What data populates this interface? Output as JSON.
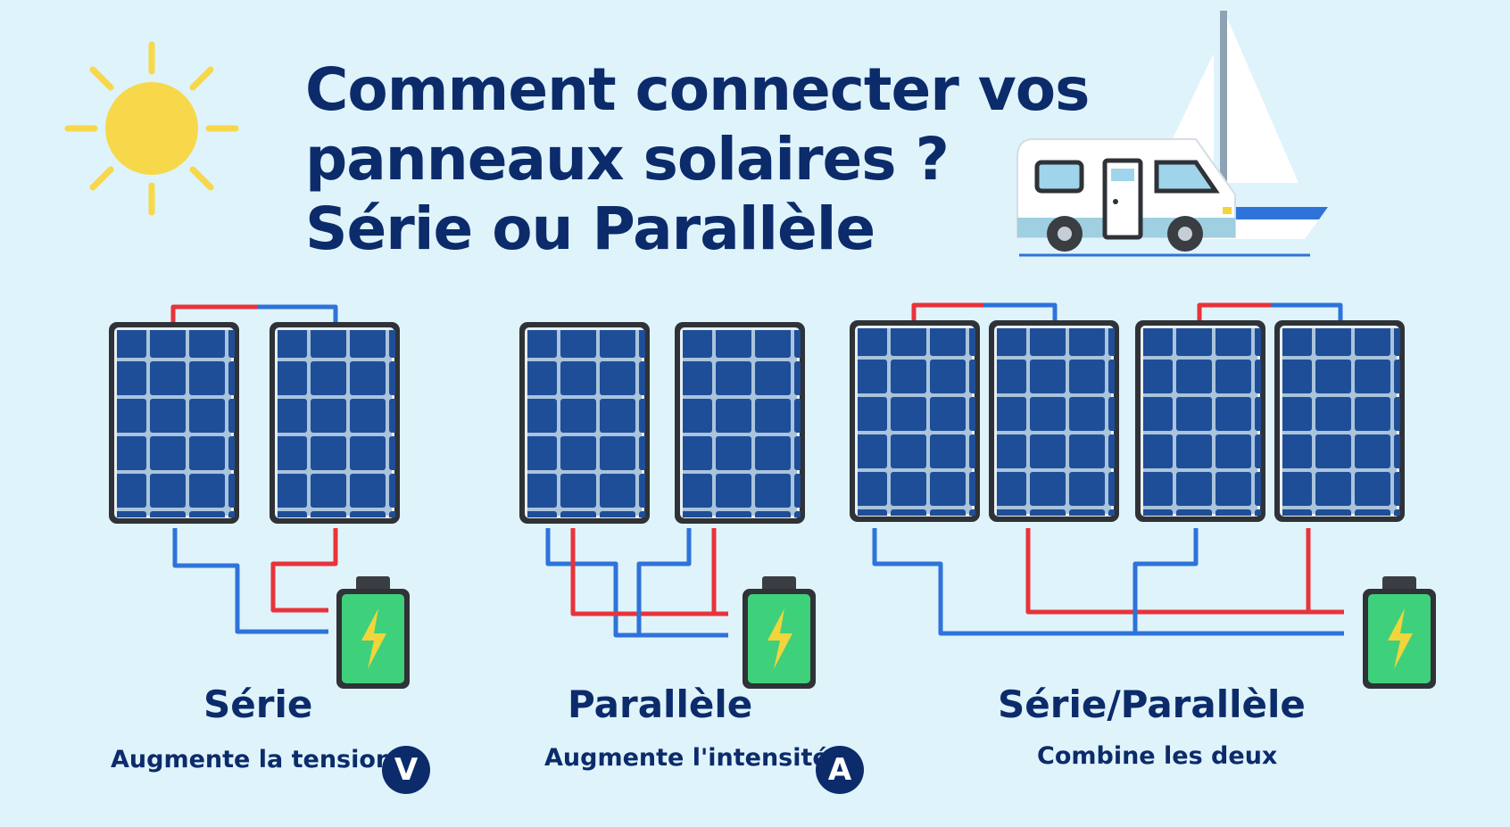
{
  "title": {
    "line1": "Comment connecter vos",
    "line2": "panneaux solaires ?",
    "line3": "Série ou Parallèle"
  },
  "sections": [
    {
      "heading": "Série",
      "description": "Augmente la tension",
      "badge": "V"
    },
    {
      "heading": "Parallèle",
      "description": "Augmente l'intensité",
      "badge": "A"
    },
    {
      "heading": "Série/Parallèle",
      "description": "Combine les deux"
    }
  ],
  "icons": {
    "sun": "sun-icon",
    "vehicle": "camper-van-icon",
    "boat": "sailboat-icon",
    "battery": "battery-icon",
    "bolt": "lightning-bolt-icon"
  },
  "colors": {
    "background": "#dff3fb",
    "text": "#0c2b6b",
    "positive_wire": "#e8333a",
    "negative_wire": "#2e73d9",
    "panel_cell": "#1f4e98",
    "panel_frame": "#2f3237",
    "battery_body": "#3fd07b",
    "bolt": "#f2d53a",
    "sun": "#f7d84a"
  }
}
